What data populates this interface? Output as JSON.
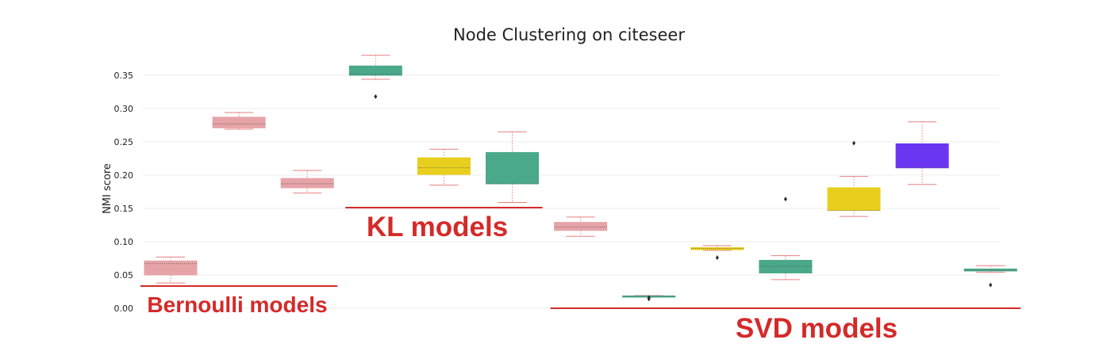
{
  "chart_data": {
    "type": "box",
    "title": "Node Clustering on citeseer",
    "xlabel": "",
    "ylabel": "NMI score",
    "ylim": [
      0.0,
      0.38
    ],
    "yticks": [
      "0.00",
      "0.05",
      "0.10",
      "0.15",
      "0.20",
      "0.25",
      "0.30",
      "0.35"
    ],
    "grid": true,
    "colors": {
      "pink": "#e6a3a8",
      "green": "#4aa98a",
      "yellow": "#e8cf1e",
      "purple": "#6a36f2",
      "whisker": "#e68080",
      "annotation": "#d42a2a"
    },
    "boxes": [
      {
        "color": "pink",
        "whislo": 0.038,
        "q1": 0.05,
        "med": 0.067,
        "q3": 0.071,
        "whishi": 0.077,
        "fliers": []
      },
      {
        "color": "pink",
        "whislo": 0.269,
        "q1": 0.271,
        "med": 0.277,
        "q3": 0.287,
        "whishi": 0.294,
        "fliers": []
      },
      {
        "color": "pink",
        "whislo": 0.173,
        "q1": 0.181,
        "med": 0.187,
        "q3": 0.195,
        "whishi": 0.207,
        "fliers": []
      },
      {
        "color": "green",
        "whislo": 0.344,
        "q1": 0.35,
        "med": 0.352,
        "q3": 0.364,
        "whishi": 0.38,
        "fliers": [
          0.318
        ]
      },
      {
        "color": "yellow",
        "whislo": 0.185,
        "q1": 0.201,
        "med": 0.211,
        "q3": 0.226,
        "whishi": 0.239,
        "fliers": []
      },
      {
        "color": "green",
        "whislo": 0.159,
        "q1": 0.187,
        "med": 0.187,
        "q3": 0.234,
        "whishi": 0.265,
        "fliers": []
      },
      {
        "color": "pink",
        "whislo": 0.108,
        "q1": 0.117,
        "med": 0.122,
        "q3": 0.129,
        "whishi": 0.137,
        "fliers": []
      },
      {
        "color": "green",
        "whislo": 0.017,
        "q1": 0.0175,
        "med": 0.018,
        "q3": 0.0185,
        "whishi": 0.019,
        "fliers": [
          0.014,
          0.016
        ]
      },
      {
        "color": "yellow",
        "whislo": 0.087,
        "q1": 0.088,
        "med": 0.09,
        "q3": 0.091,
        "whishi": 0.094,
        "fliers": [
          0.076
        ]
      },
      {
        "color": "green",
        "whislo": 0.043,
        "q1": 0.053,
        "med": 0.063,
        "q3": 0.072,
        "whishi": 0.079,
        "fliers": [
          0.164
        ]
      },
      {
        "color": "yellow",
        "whislo": 0.138,
        "q1": 0.147,
        "med": 0.147,
        "q3": 0.181,
        "whishi": 0.198,
        "fliers": [
          0.248
        ]
      },
      {
        "color": "purple",
        "whislo": 0.186,
        "q1": 0.211,
        "med": 0.211,
        "q3": 0.247,
        "whishi": 0.28,
        "fliers": []
      },
      {
        "color": "green",
        "whislo": 0.054,
        "q1": 0.056,
        "med": 0.057,
        "q3": 0.059,
        "whishi": 0.064,
        "fliers": [
          0.035
        ]
      }
    ],
    "annotations": [
      {
        "text": "Bernoulli models",
        "boxes": [
          0,
          2
        ]
      },
      {
        "text": "KL models",
        "boxes": [
          3,
          5
        ]
      },
      {
        "text": "SVD models",
        "boxes": [
          6,
          12
        ]
      }
    ]
  }
}
